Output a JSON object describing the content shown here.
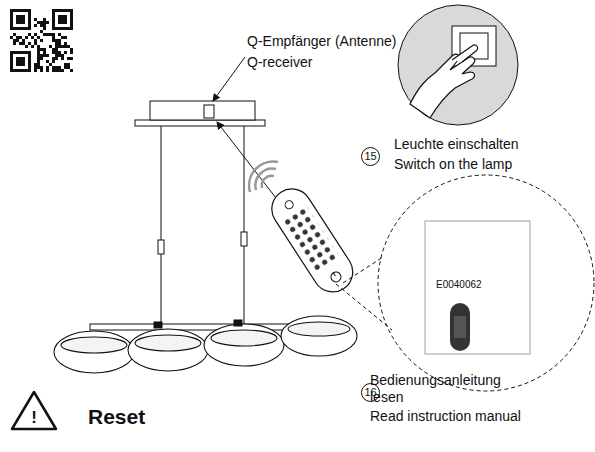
{
  "diagram": {
    "labels": [
      "Q-Empfänger (Antenne)",
      "Q-receiver",
      "15",
      "Leuchte einschalten",
      "Switch on the lamp",
      "E0040062",
      "16",
      "Bedienungsanleitung lesen",
      "Read instruction manual",
      "!",
      "Reset"
    ]
  }
}
